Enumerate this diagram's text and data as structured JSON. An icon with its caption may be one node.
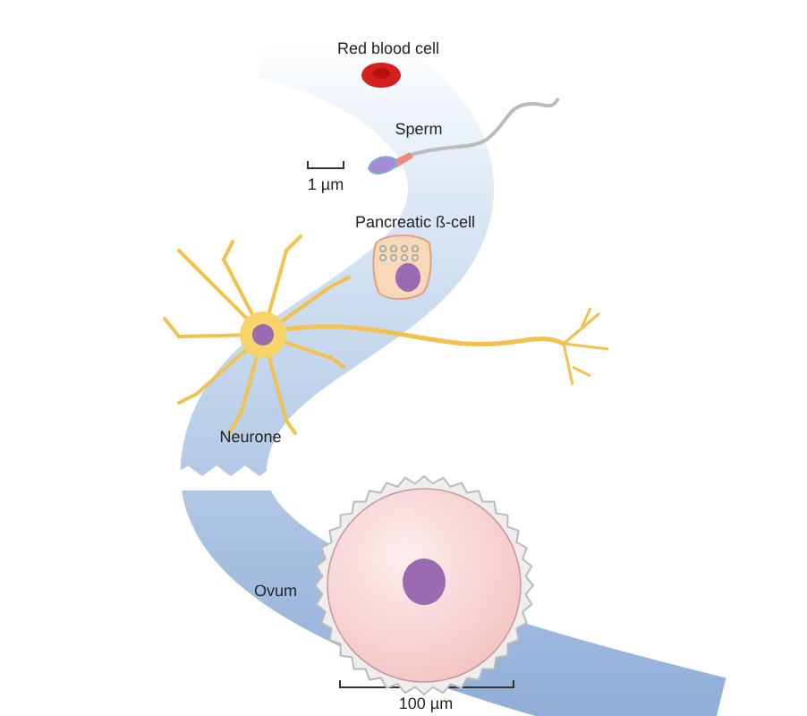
{
  "diagram": {
    "labels": [
      "Red blood cell",
      "Sperm",
      "1 µm",
      "Pancreatic ß-cell",
      "Neurone",
      "Ovum",
      "100 µm"
    ]
  }
}
